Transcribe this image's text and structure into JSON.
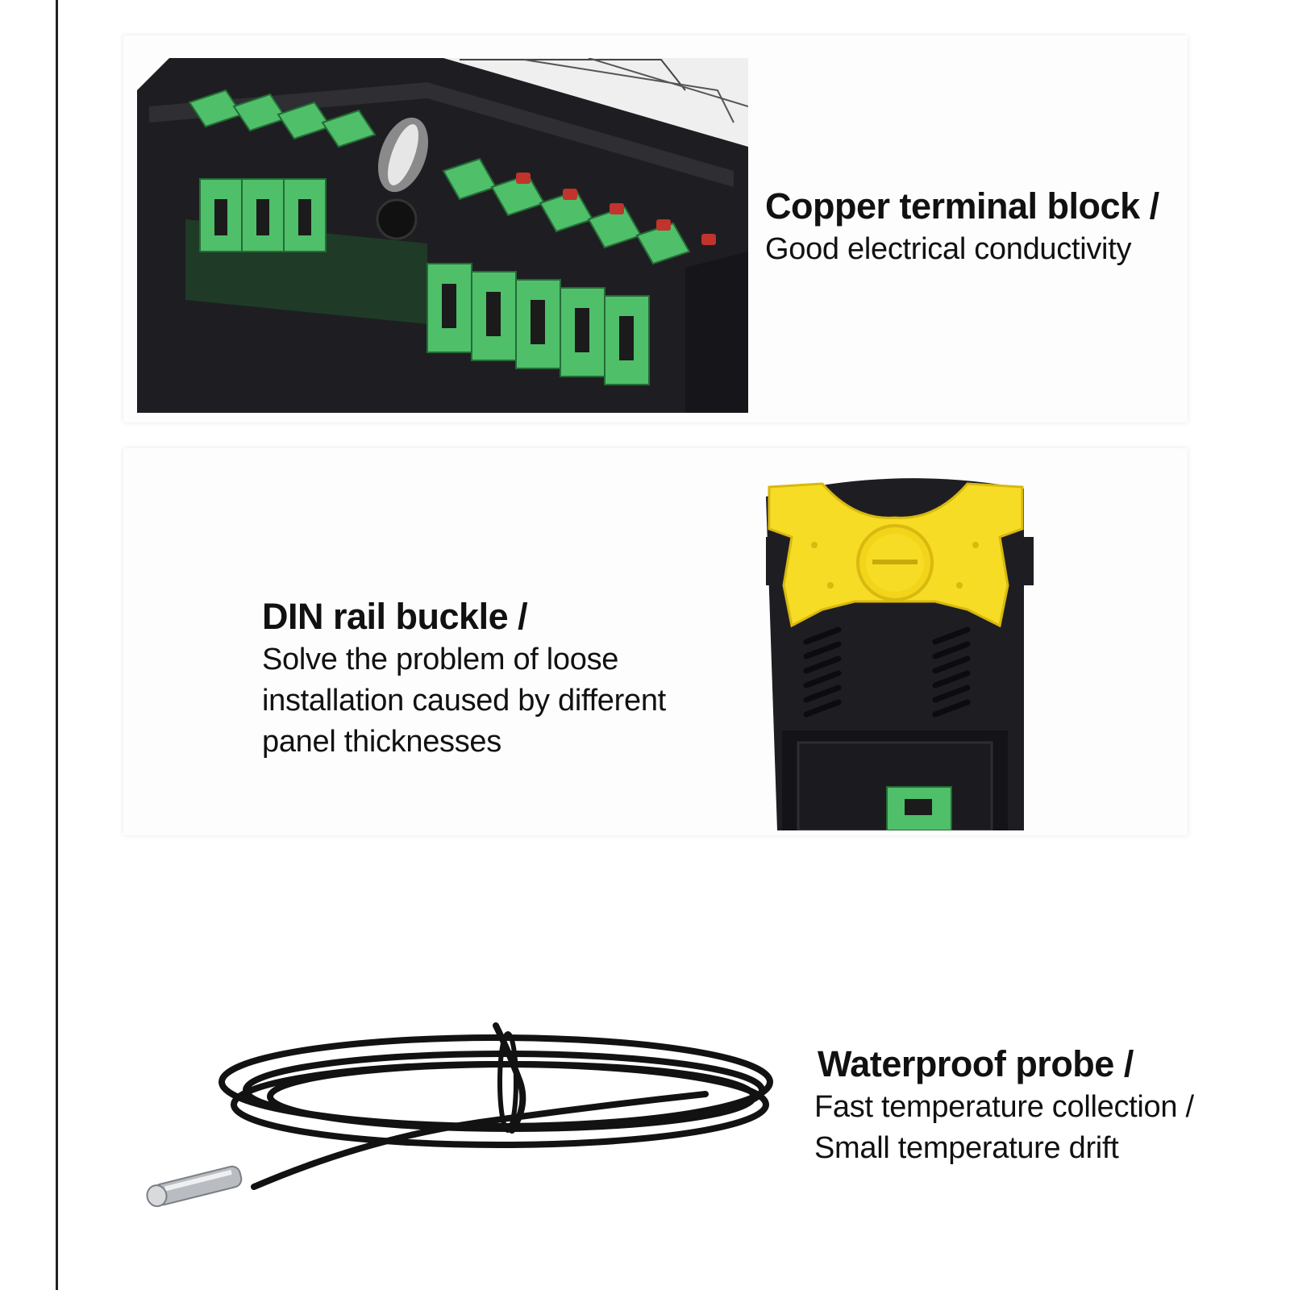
{
  "features": [
    {
      "title": "Copper terminal block /",
      "description": "Good electrical conductivity",
      "image": "terminal-block-photo"
    },
    {
      "title": "DIN rail buckle /",
      "description": "Solve the problem of loose installation caused by different panel thicknesses",
      "image": "din-rail-buckle-photo"
    },
    {
      "title": "Waterproof probe /",
      "description": "Fast temperature collection / Small temperature drift",
      "image": "waterproof-probe-photo"
    }
  ],
  "colors": {
    "terminal_green": "#4fbf6a",
    "housing_black": "#1e1e22",
    "buckle_yellow": "#f6dc24",
    "cable_black": "#121212",
    "led_red": "#c0342c"
  }
}
